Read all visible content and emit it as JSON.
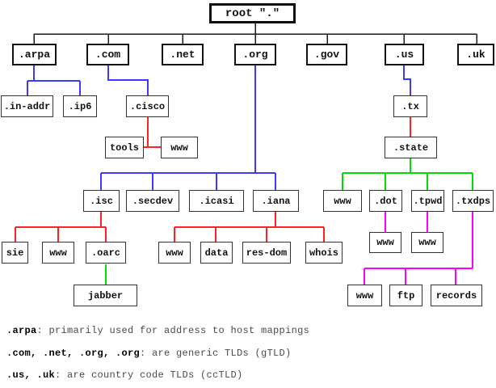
{
  "diagram_title": "DNS domain name space tree",
  "colors": {
    "root_edges": "#1a1a1a",
    "tld_child_edges": "#3a3aff",
    "second_level_edges": "#ff2222",
    "third_level_edges": "#00dd00",
    "fourth_level_edges": "#ff00ff",
    "box_border": "#111111",
    "background": "#ffffff"
  },
  "nodes": {
    "root": {
      "label": "root \".\""
    },
    "arpa": {
      "label": ".arpa"
    },
    "com": {
      "label": ".com"
    },
    "net": {
      "label": ".net"
    },
    "org": {
      "label": ".org"
    },
    "gov": {
      "label": ".gov"
    },
    "us": {
      "label": ".us"
    },
    "uk": {
      "label": ".uk"
    },
    "in_addr": {
      "label": ".in-addr"
    },
    "ip6": {
      "label": ".ip6"
    },
    "cisco": {
      "label": ".cisco"
    },
    "tx": {
      "label": ".tx"
    },
    "tools": {
      "label": "tools"
    },
    "cisco_www": {
      "label": "www"
    },
    "state": {
      "label": ".state"
    },
    "isc": {
      "label": ".isc"
    },
    "secdev": {
      "label": ".secdev"
    },
    "icasi": {
      "label": ".icasi"
    },
    "iana": {
      "label": ".iana"
    },
    "state_www": {
      "label": "www"
    },
    "dot": {
      "label": ".dot"
    },
    "tpwd": {
      "label": ".tpwd"
    },
    "txdps": {
      "label": ".txdps"
    },
    "sie": {
      "label": "sie"
    },
    "isc_www": {
      "label": "www"
    },
    "oarc": {
      "label": ".oarc"
    },
    "iana_www": {
      "label": "www"
    },
    "data": {
      "label": "data"
    },
    "res_dom": {
      "label": "res-dom"
    },
    "whois": {
      "label": "whois"
    },
    "dot_www": {
      "label": "www"
    },
    "tpwd_www": {
      "label": "www"
    },
    "jabber": {
      "label": "jabber"
    },
    "txdps_www": {
      "label": "www"
    },
    "ftp": {
      "label": "ftp"
    },
    "records": {
      "label": "records"
    }
  },
  "legend": [
    {
      "term": ".arpa",
      "desc": ": primarily used for address to host mappings"
    },
    {
      "term": ".com, .net, .org, .org",
      "desc": ": are generic TLDs (gTLD)"
    },
    {
      "term": ".us, .uk",
      "desc": ": are country code TLDs (ccTLD)"
    }
  ]
}
